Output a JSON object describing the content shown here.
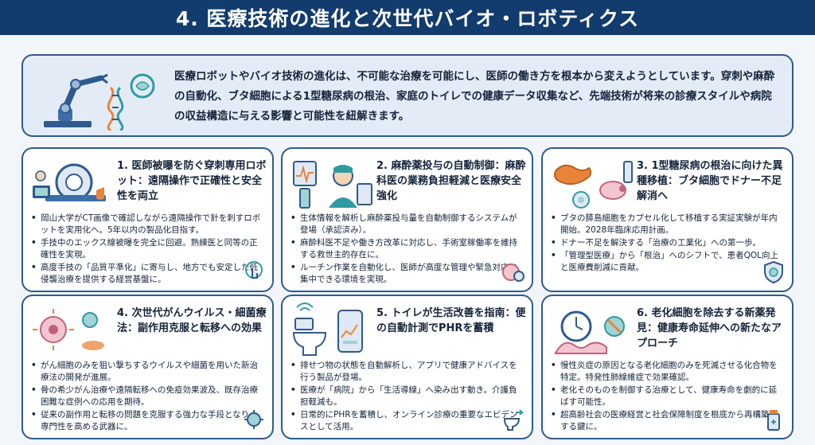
{
  "header": {
    "title": "4. 医療技術の進化と次世代バイオ・ロボティクス"
  },
  "intro": {
    "text": "医療ロボットやバイオ技術の進化は、不可能な治療を可能にし、医師の働き方を根本から変えようとしています。穿刺や麻酔の自動化、ブタ細胞による1型糖尿病の根治、家庭のトイレでの健康データ収集など、先端技術が将来の診療スタイルや病院の収益構造に与える影響と可能性を紐解きます。"
  },
  "cards": [
    {
      "title": "1. 医師被曝を防ぐ穿刺専用ロボット：遠隔操作で正確性と安全性を両立",
      "bullets": [
        "岡山大学がCT画像で確認しながら遠隔操作で針を刺すロボットを実用化へ。5年以内の製品化目指す。",
        "手技中のエックス線被曝を完全に回避。熟練医と同等の正確性を実現。",
        "高度手技の「品質平準化」に寄与し、地方でも安定した低侵襲治療を提供する経営基盤に。"
      ]
    },
    {
      "title": "2. 麻酔薬投与の自動制御：麻酔科医の業務負担軽減と医療安全強化",
      "bullets": [
        "生体情報を解析し麻酔薬投与量を自動制御するシステムが登場（承認済み）。",
        "麻酔科医不足や働き方改革に対応し、手術室稼働率を維持する救世主的存在に。",
        "ルーチン作業を自動化し、医師が高度な管理や緊急対応に集中できる環境を実現。"
      ]
    },
    {
      "title": "3. 1型糖尿病の根治に向けた異種移植：ブタ細胞でドナー不足解消へ",
      "bullets": [
        "ブタの膵島細胞をカプセル化して移植する実証実験が年内開始。2028年臨床応用計画。",
        "ドナー不足を解決する「治療の工業化」への第一歩。",
        "「管理型医療」から「根治」へのシフトで、患者QOL向上と医療費削減に貢献。"
      ]
    },
    {
      "title": "4. 次世代がんウイルス・細菌療法：副作用克服と転移への効果",
      "bullets": [
        "がん細胞のみを狙い撃ちするウイルスや細菌を用いた新治療法の開発が進展。",
        "骨の希少がん治療や遠隔転移への免疫効果波及、既存治療困難な症例への応用を期待。",
        "従来の副作用と転移の問題を克服する強力な手段となり、専門性を高める武器に。"
      ]
    },
    {
      "title": "5. トイレが生活改善を指南：便の自動計測でPHRを蓄積",
      "bullets": [
        "排せつ物の状態を自動解析し、アプリで健康アドバイスを行う製品が登場。",
        "医療が「病院」から「生活導線」へ染み出す動き。介護負担軽減も。",
        "日常的にPHRを蓄積し、オンライン診療の重要なエビデンスとして活用。"
      ]
    },
    {
      "title": "6. 老化細胞を除去する新薬発見：健康寿命延伸への新たなアプローチ",
      "bullets": [
        "慢性炎症の原因となる老化細胞のみを死滅させる化合物を特定。特発性肺線維症で効果確認。",
        "老化そのものを制御する治療として、健康寿命を劇的に延ばす可能性。",
        "超高齢社会の医療経営と社会保障制度を根底から再構築をする鍵に。"
      ]
    }
  ],
  "colors": {
    "banner": "#123b6e",
    "border": "#2f5a8e",
    "intro_bg": "#e3ecf6",
    "accent_orange": "#e8843a",
    "accent_teal": "#2f9aa3"
  }
}
